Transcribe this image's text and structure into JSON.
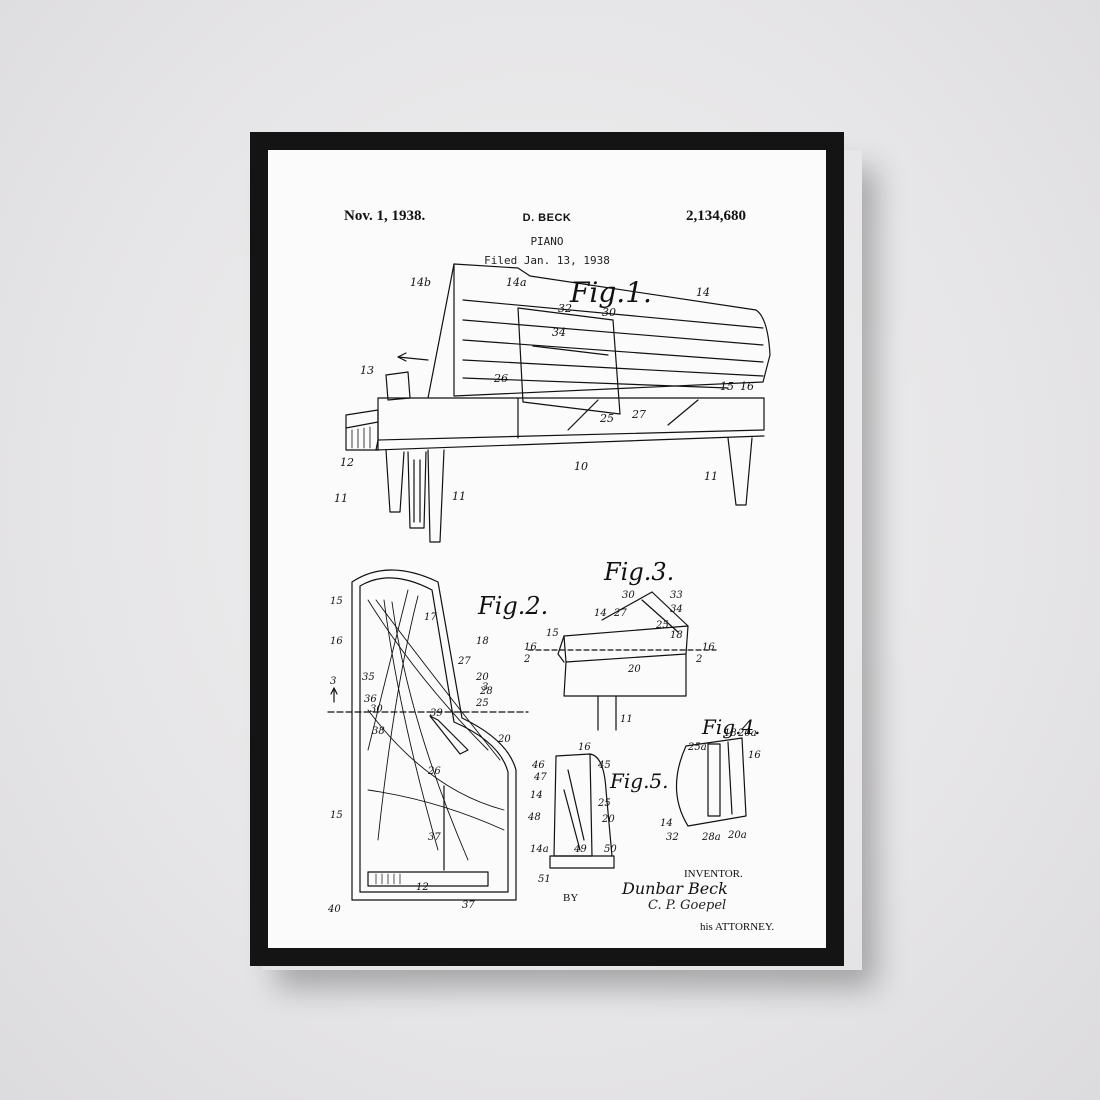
{
  "patent": {
    "date": "Nov. 1, 1938.",
    "inventor": "D. BECK",
    "number": "2,134,680",
    "title": "PIANO",
    "filed": "Filed Jan. 13, 1938"
  },
  "figures": {
    "fig1": "Fig.1.",
    "fig2": "Fig.2.",
    "fig3": "Fig.3.",
    "fig4": "Fig.4.",
    "fig5": "Fig.5."
  },
  "signature": {
    "inventor_label": "INVENTOR.",
    "inventor_name": "Dunbar Beck",
    "by_label": "BY",
    "attorney_name": "C. P. Goepel",
    "attorney_label": "his ATTORNEY."
  },
  "colors": {
    "frame": "#141414",
    "paper": "#fbfbfb",
    "wall": "#e6e5e7",
    "ink": "#111111"
  }
}
